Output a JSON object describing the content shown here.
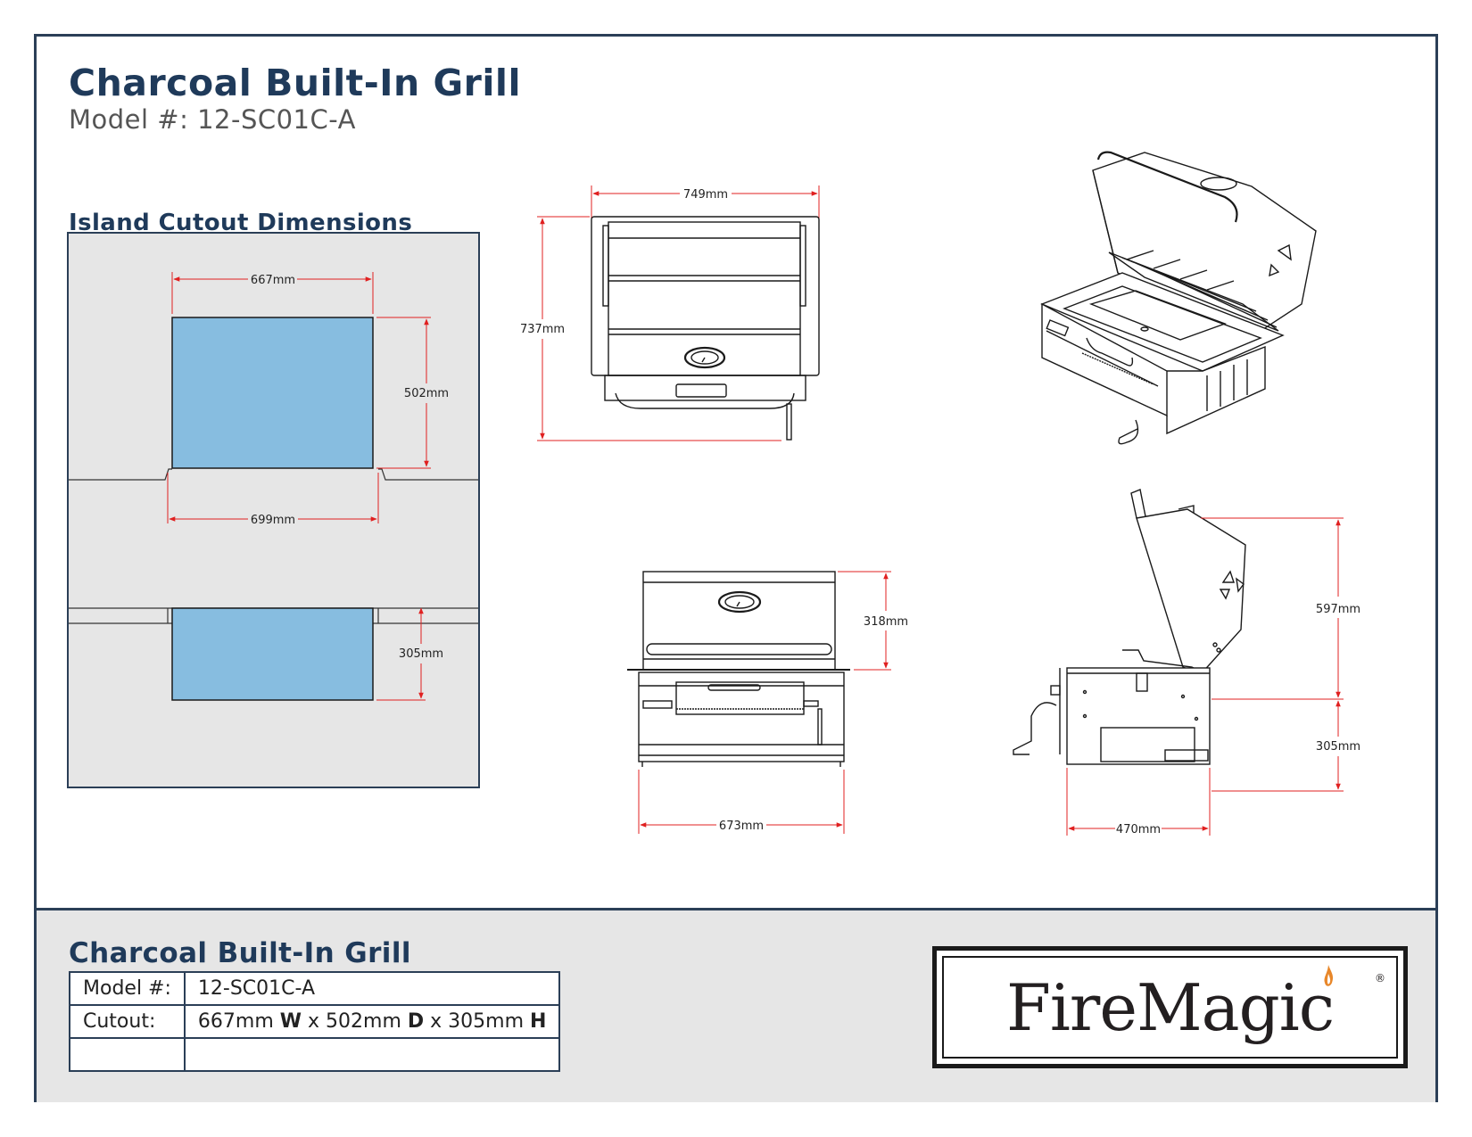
{
  "header": {
    "title": "Charcoal Built-In Grill",
    "model_line": "Model #: 12-SC01C-A"
  },
  "cutout_section": {
    "heading": "Island Cutout Dimensions",
    "dim_width": "667mm",
    "dim_depth": "502mm",
    "dim_lower_width": "699mm",
    "dim_height": "305mm"
  },
  "top_view": {
    "width": "749mm",
    "depth": "737mm"
  },
  "front_view": {
    "height": "318mm",
    "width": "673mm"
  },
  "side_view": {
    "lid_height": "597mm",
    "body_height": "305mm",
    "depth": "470mm"
  },
  "footer": {
    "title": "Charcoal Built-In Grill",
    "rows": [
      {
        "label": "Model #:",
        "value": "12-SC01C-A"
      },
      {
        "label": "Cutout:",
        "value_parts": [
          "667mm ",
          "W",
          " x 502mm ",
          "D",
          " x 305mm ",
          "H"
        ]
      },
      {
        "label": "",
        "value": ""
      }
    ],
    "logo": {
      "text": "FireMagic",
      "reg_mark": "®"
    }
  },
  "colors": {
    "navy": "#1f3a5a",
    "border": "#2b3f57",
    "cutout_fill": "#87bde0",
    "panel_bg": "#e6e6e6",
    "dimension_red": "#e02020",
    "flame": "#e8872a"
  }
}
